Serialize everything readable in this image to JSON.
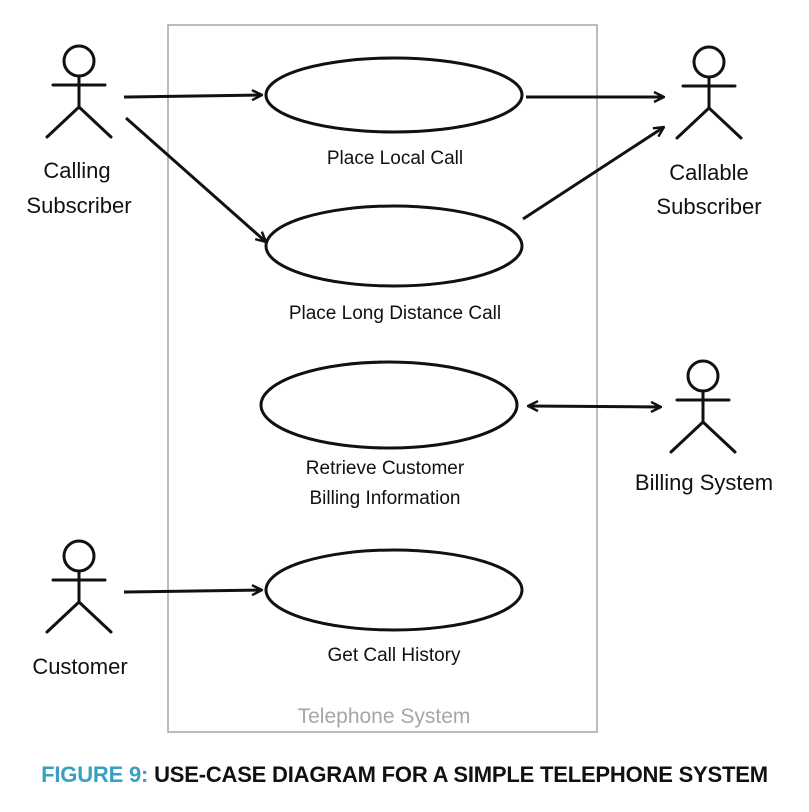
{
  "diagram": {
    "boundary_label": "Telephone System",
    "actors": {
      "calling": [
        "Calling",
        "Subscriber"
      ],
      "callable": [
        "Callable",
        "Subscriber"
      ],
      "billing": "Billing System",
      "customer": "Customer"
    },
    "use_cases": {
      "local": "Place Local Call",
      "long": "Place Long Distance Call",
      "billing": [
        "Retrieve Customer",
        "Billing Information"
      ],
      "history": "Get Call History"
    },
    "colors": {
      "ink": "#111111",
      "boundary": "#a6a6a6",
      "caption_accent": "#3aa0c2"
    }
  },
  "caption": {
    "number": "FIGURE 9:",
    "text": "USE-CASE DIAGRAM FOR A SIMPLE TELEPHONE SYSTEM"
  }
}
